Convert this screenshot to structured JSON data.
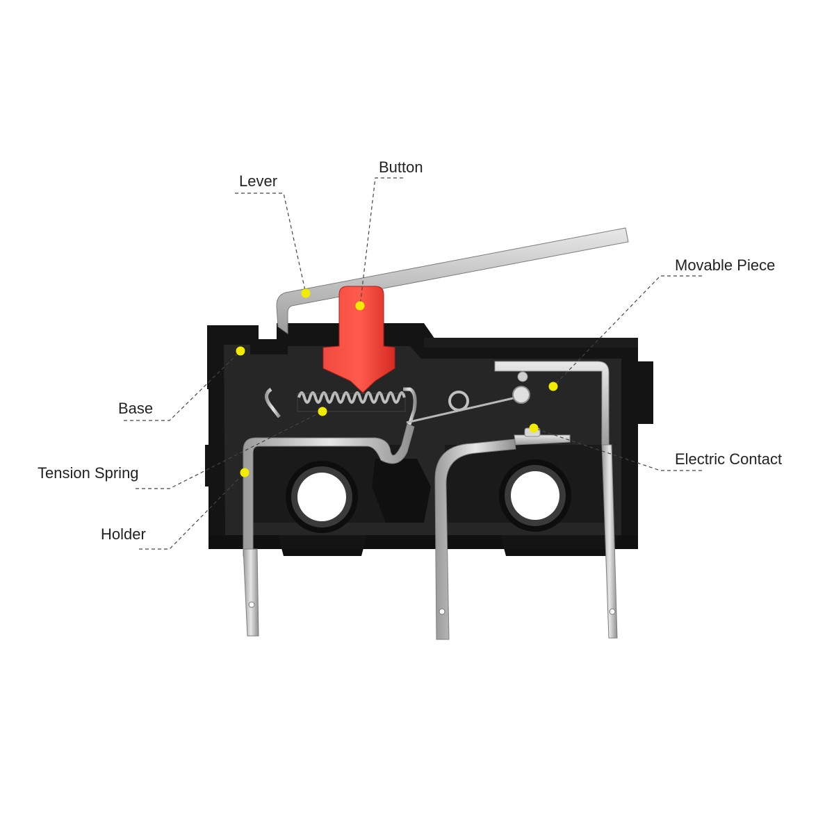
{
  "diagram": {
    "labels": {
      "lever": "Lever",
      "button": "Button",
      "movable_piece": "Movable Piece",
      "base": "Base",
      "tension_spring": "Tension Spring",
      "holder": "Holder",
      "electric_contact": "Electric Contact"
    },
    "colors": {
      "background": "#ffffff",
      "housing": "#141414",
      "housing_inner": "#222222",
      "metal": "#c9c9c9",
      "metal_dark": "#8a8a8a",
      "button": "#e8302a",
      "marker": "#f2ec00",
      "leader_line": "#444444",
      "label_text": "#222222"
    }
  }
}
